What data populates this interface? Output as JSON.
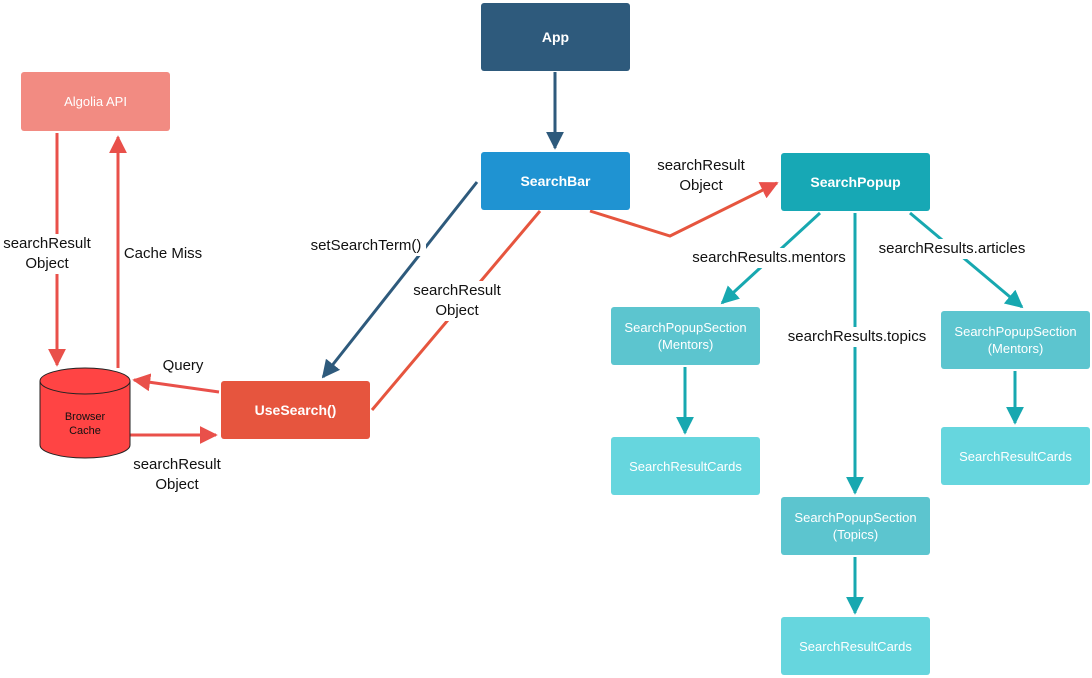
{
  "colors": {
    "navy": "#2e5a7c",
    "salmon": "#f28b82",
    "blue": "#1f93d2",
    "teal": "#17a8b5",
    "red_orange": "#e6553e",
    "teal_mid": "#5cc5cf",
    "teal_light": "#66d6de",
    "cache_red": "#ff4444",
    "edge_red": "#e9504a",
    "edge_teal": "#17a8b0",
    "edge_navy": "#2e5a7c"
  },
  "nodes": {
    "app": "App",
    "algolia": "Algolia API",
    "searchbar": "SearchBar",
    "popup": "SearchPopup",
    "usesearch": "UseSearch()",
    "cache": "Browser\nCache",
    "section_mentors_1": "SearchPopupSection\n(Mentors)",
    "section_mentors_2": "SearchPopupSection\n(Mentors)",
    "section_topics": "SearchPopupSection\n(Topics)",
    "cards_1": "SearchResultCards",
    "cards_2": "SearchResultCards",
    "cards_3": "SearchResultCards"
  },
  "edge_labels": {
    "algolia_to_cache": "searchResult\nObject",
    "cache_miss": "Cache Miss",
    "set_search_term": "setSearchTerm()",
    "search_result_usesearch": "searchResult\nObject",
    "search_result_popup": "searchResult\nObject",
    "query": "Query",
    "cache_to_usesearch": "searchResult\nObject",
    "mentors": "searchResults.mentors",
    "articles": "searchResults.articles",
    "topics": "searchResults.topics"
  }
}
